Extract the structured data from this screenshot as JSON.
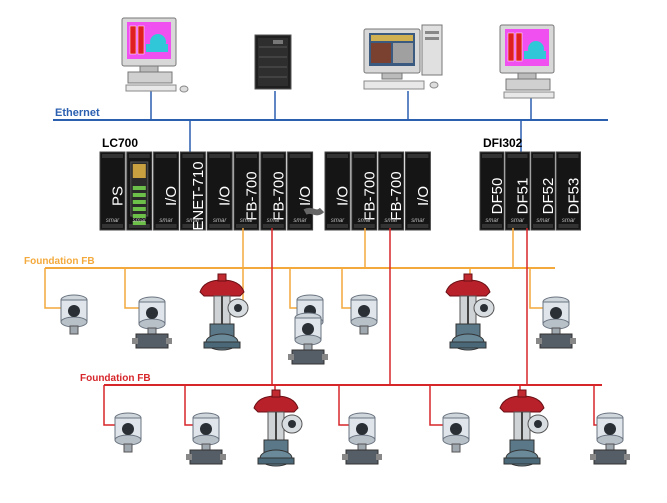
{
  "colors": {
    "ethernet": "#2b5fb0",
    "fieldbus_orange": "#f4a93c",
    "fieldbus_red": "#d6262a",
    "module_bg": "#151515",
    "text_label": "#000000"
  },
  "network": {
    "ethernet_label": "Ethernet",
    "fieldbus_orange_label": "Foundation FB",
    "fieldbus_red_label": "Foundation FB"
  },
  "racks": {
    "lc700": {
      "title": "LC700",
      "modules_left": [
        "PS",
        "",
        "I/O",
        "ENET-710",
        "I/O",
        "FB-700",
        "FB-700",
        "I/O"
      ],
      "modules_right": [
        "I/O",
        "FB-700",
        "FB-700",
        "I/O"
      ]
    },
    "dfi302": {
      "title": "DFI302",
      "modules": [
        "DF50",
        "DF51",
        "DF52",
        "DF53"
      ]
    }
  },
  "brand_mark": "smar",
  "workstations": [
    {
      "icon": "workstation-monitor-icon"
    },
    {
      "icon": "server-tower-icon"
    },
    {
      "icon": "desktop-pc-icon"
    },
    {
      "icon": "workstation-monitor-icon"
    }
  ],
  "field_devices": {
    "transmitter_icon": "pressure-transmitter-icon",
    "valve_icon": "control-valve-positioner-icon"
  }
}
